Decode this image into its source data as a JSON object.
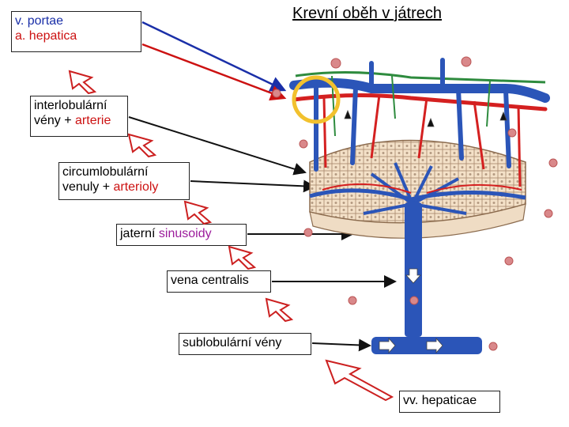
{
  "title": "Krevní oběh v játrech",
  "labels": {
    "portae_line1": "v. portae",
    "portae_line2": "a. hepatica",
    "interlob_line1": "interlobulární",
    "interlob_line2a": "vény + ",
    "interlob_line2b": "arterie",
    "circum_line1": "circumlobulární",
    "circum_line2a": "venuly + ",
    "circum_line2b": "arterioly",
    "sinus_a": "jaterní ",
    "sinus_b": "sinusoidy",
    "centralis": "vena centralis",
    "sublob": "sublobulární vény",
    "hepaticae": "vv. hepaticae"
  },
  "colors": {
    "portae_text": "#1a2fa8",
    "arterie_text": "#cc1111",
    "sinus_text": "#9c1c9c",
    "vein": "#2b55b8",
    "artery": "#d42020",
    "bile": "#2e8b3e",
    "highlight": "#f2c12e",
    "flow_arrow": "#cc2020"
  }
}
